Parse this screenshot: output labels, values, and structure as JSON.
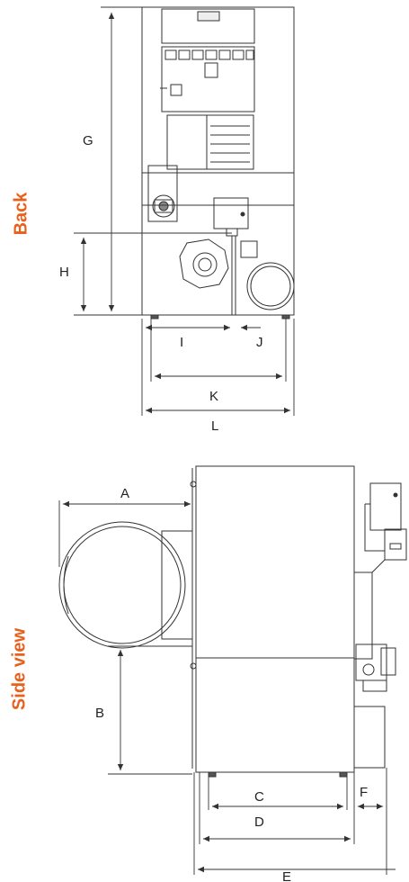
{
  "sections": {
    "back": "Back",
    "side": "Side view"
  },
  "dimensions": {
    "A": "A",
    "B": "B",
    "C": "C",
    "D": "D",
    "E": "E",
    "F": "F",
    "G": "G",
    "H": "H",
    "I": "I",
    "J": "J",
    "K": "K",
    "L": "L"
  },
  "colors": {
    "accent": "#e8601c",
    "line": "#333333"
  }
}
